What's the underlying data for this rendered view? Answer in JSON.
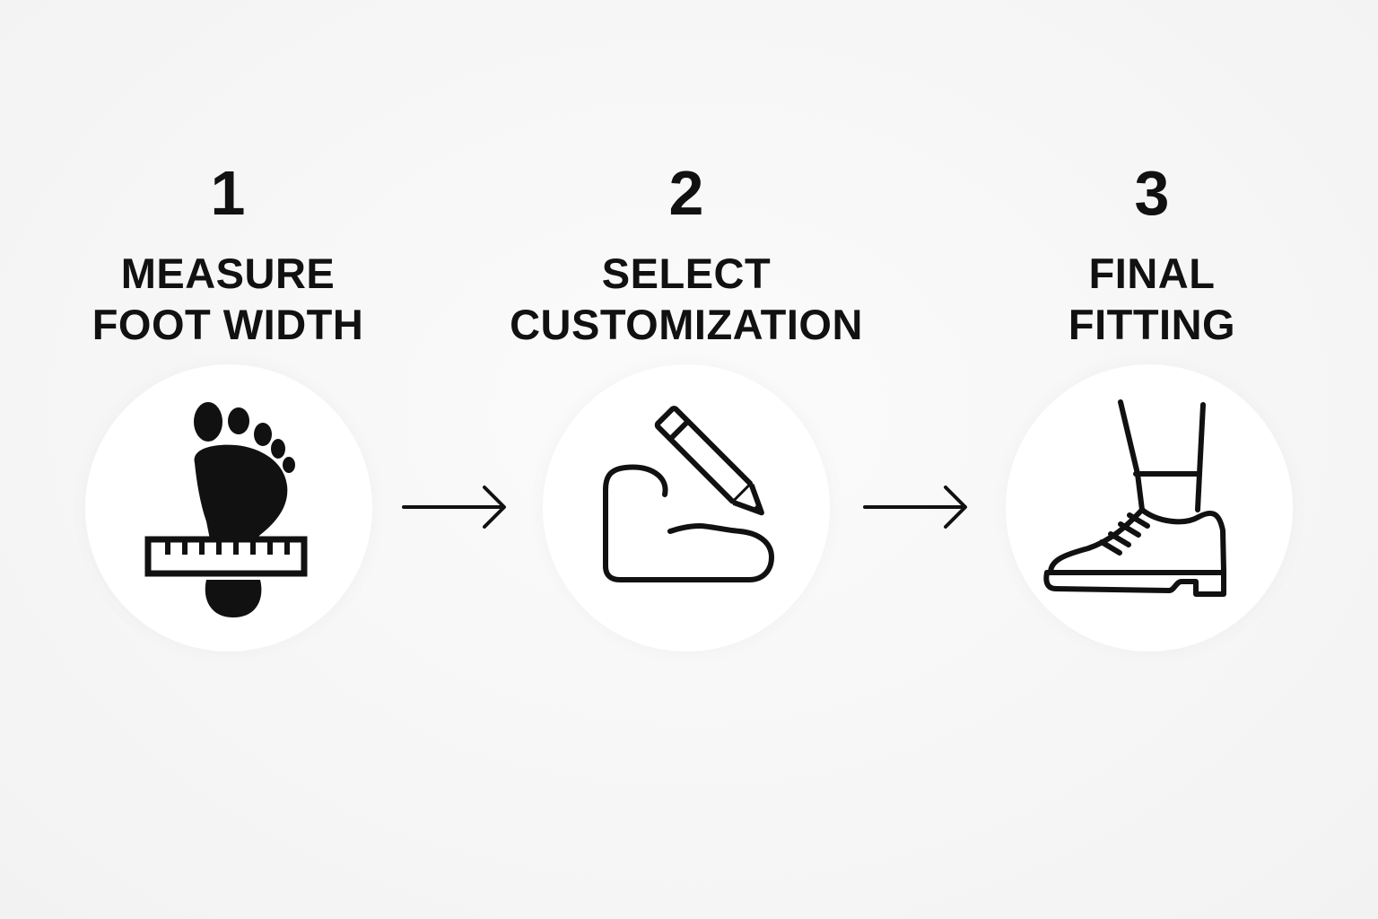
{
  "steps": [
    {
      "number": "1",
      "title_line1": "MEASURE",
      "title_line2": "FOOT WIDTH",
      "icon": "foot-ruler-icon"
    },
    {
      "number": "2",
      "title_line1": "SELECT",
      "title_line2": "CUSTOMIZATION",
      "icon": "pencil-drawing-icon"
    },
    {
      "number": "3",
      "title_line1": "FINAL",
      "title_line2": "FITTING",
      "icon": "shoe-on-foot-icon"
    }
  ],
  "connectors": [
    "right-arrow-icon",
    "right-arrow-icon"
  ],
  "colors": {
    "ink": "#111111",
    "circle": "#ffffff",
    "background": "#f7f7f7"
  }
}
